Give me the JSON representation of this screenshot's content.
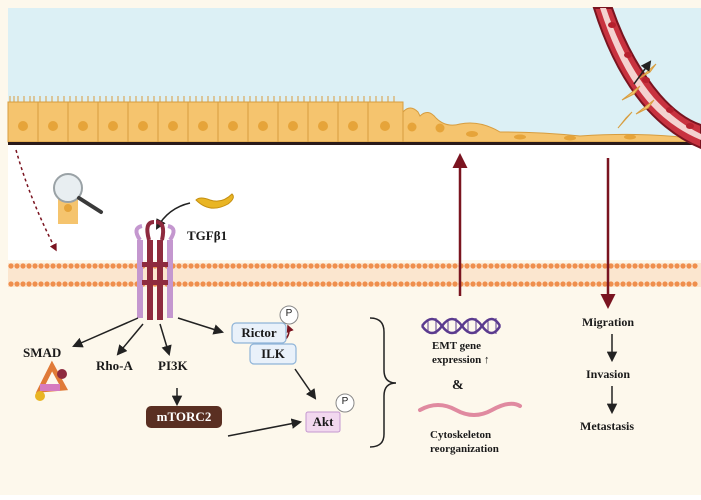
{
  "ligand": "TGFβ1",
  "pathways": {
    "smad": "SMAD",
    "rho": "Rho-A",
    "pi3k": "PI3K",
    "mtorc2": "mTORC2",
    "rictor": "Rictor",
    "ilk": "ILK",
    "akt": "Akt",
    "phospho": "P"
  },
  "outcomes": {
    "emt_line1": "EMT gene",
    "emt_line2": "expression ↑",
    "and": "&",
    "cyto_line1": "Cytoskeleton",
    "cyto_line2": "reorganization"
  },
  "progression": {
    "migration": "Migration",
    "invasion": "Invasion",
    "metastasis": "Metastasis"
  },
  "colors": {
    "sky": "#dcf0f5",
    "cytoplasm": "#fdf8ec",
    "epithelium": "#f5c46e",
    "nucleus": "#e6a43a",
    "membrane": "#ef8f4d",
    "receptor_dark": "#8e2a3e",
    "receptor_light": "#c497cf",
    "arrow_red": "#7a1420",
    "mtorc2_box": "#5a2f22",
    "akt_box": "#f2d8ef",
    "rictor_box": "#e9f1fa",
    "tgf": "#e9b524"
  }
}
